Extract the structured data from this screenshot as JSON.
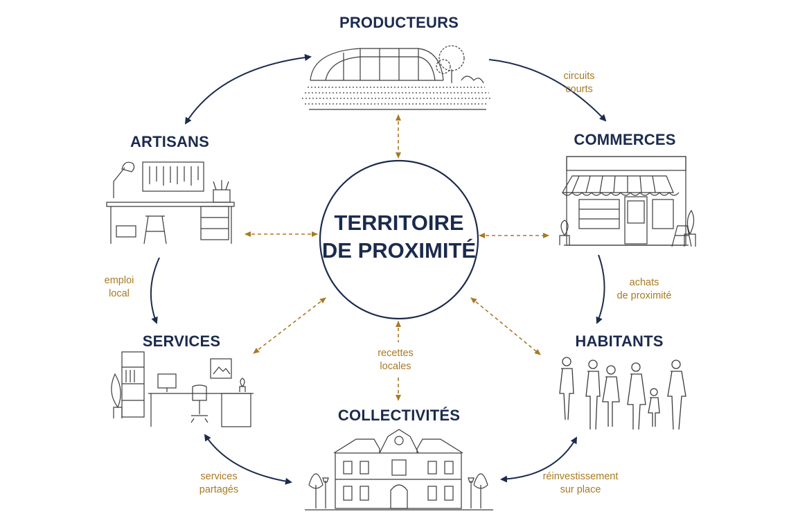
{
  "center": {
    "line1": "TERRITOIRE",
    "line2": "DE PROXIMITÉ"
  },
  "nodes": {
    "producteurs": "PRODUCTEURS",
    "commerces": "COMMERCES",
    "habitants": "HABITANTS",
    "collectivites": "COLLECTIVITÉS",
    "services": "SERVICES",
    "artisans": "ARTISANS"
  },
  "flows": {
    "producteurs_commerces": [
      "circuits",
      "courts"
    ],
    "commerces_habitants": [
      "achats",
      "de proximité"
    ],
    "habitants_collectivites": [
      "réinvestissement",
      "sur place"
    ],
    "collectivites_services": [
      "services",
      "partagés"
    ],
    "artisans_services": [
      "emploi",
      "local"
    ],
    "center_collectivites": [
      "recettes",
      "locales"
    ]
  },
  "colors": {
    "navy": "#1b2a4e",
    "gold": "#a87a22",
    "sketch": "#3a3a3a"
  }
}
